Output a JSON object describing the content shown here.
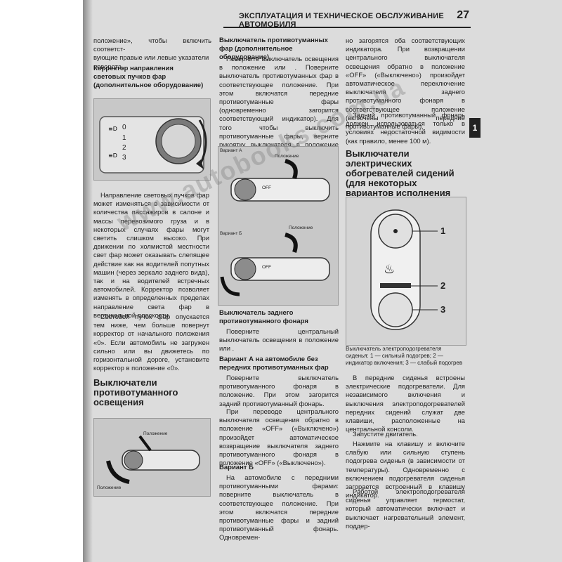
{
  "header": {
    "title": "ЭКСПЛУАТАЦИЯ И ТЕХНИЧЕСКОЕ ОБСЛУЖИВАНИЕ АВТОМОБИЛЯ",
    "page_number": "27",
    "section_tab": "1"
  },
  "col1": {
    "intro": [
      "положение», чтобы включить соответст-",
      "вующие правые или левые указатели",
      "поворота."
    ],
    "heading_corrector": "Корректор направления световых пучков фар (дополнительное оборудование)",
    "figure_dial": {
      "labels": [
        "0",
        "1",
        "2",
        "3"
      ]
    },
    "paragraph_corrector": "Направление световых пучков фар может изменяться в зависимости от количества пассажиров в салоне и массы перевозимого груза и в некоторых случаях фары могут светить слишком высоко. При движении по холмистой местности свет фар может оказывать слепящее действие как на водителей попутных машин (через зеркало заднего вида), так и на водителей встречных автомобилей. Корректор позволяет изменять в определенных пределах направление света фар в вертикальной плоскости.",
    "paragraph_low_beam": "Световой пучок фар опускается тем ниже, чем больше повернут корректор от начального положения «0». Если автомобиль не загружен сильно или вы движетесь по горизонтальной дороге, установите корректор в положение «0».",
    "heading_fog": "Выключатели противотуманного освещения",
    "figure_stalk": {
      "label_position": "Положение",
      "label_position2": "Положение"
    }
  },
  "col2": {
    "heading_front_fog": "Выключатель противотуманных фар (дополнительное оборудование)",
    "paragraph_front_fog": "Поверните выключатель освещения в положение или . Поверните выключатель противотуманных фар в соответствующее положение. При этом включатся передние противотуманные фары (одновременно загорится соответствующий индикатор). Для того чтобы выключить противотуманные фары, верните рукоятку выключателя в положение «OFF» («Выкл»).",
    "figure_variants": {
      "variant_a": "Вариант А",
      "variant_b": "Вариант Б",
      "position_label": "Положение",
      "off_label": "OFF"
    },
    "heading_rear_fog": "Выключатель заднего противотуманного фонаря",
    "paragraph_rear_fog": "Поверните центральный выключатель освещения в положение или .",
    "heading_variant_a": "Вариант А на автомобиле без передних противотуманных фар",
    "paragraph_variant_a1": "Поверните выключатель противотуманного фонаря в положение. При этом загорится задний противотуманный фонарь.",
    "paragraph_variant_a2": "При переводе центрального выключателя освещения обратно в положение «OFF» («Выключено») произойдет автоматическое возвращение выключателя заднего противотуманного фонаря в положение «OFF» («Выключено»).",
    "heading_variant_b": "Вариант Б",
    "paragraph_variant_b": "На автомобиле с передними противотуманными фарами: поверните выключатель в соответствующее положение. При этом включатся передние противотуманные фары и задний противотуманный фонарь. Одновремен-"
  },
  "col3": {
    "paragraph_cont": "но загорятся оба соответствующих индикатора. При возвращении центрального выключателя освещения обратно в положение «OFF» («Выключено») произойдет автоматическое переключение выключателя заднего противотуманного фонаря в соответствующее положение (включены передние противотуманные фары).",
    "paragraph_rear_use": "Задний противотуманный фонарь должен использоваться только в условиях недостаточной видимости (как правило, менее 100 м).",
    "heading_seat": "Выключатели электрических обогревателей сидений (для некоторых вариантов исполнения автомобиля)",
    "figure_seat": {
      "callouts": [
        "1",
        "2",
        "3"
      ]
    },
    "caption_seat": "Выключатель электроподогревателя сиденья: 1 — сильный подогрев; 2 — индикатор включения; 3 — слабый подогрев",
    "paragraph_seat1": "В передние сиденья встроены электрические подогреватели. Для независимого включения и выключения электроподогревателей передних сидений служат две клавиши, расположенные на центральной консоли.",
    "paragraph_seat2": "Запустите двигатель.",
    "paragraph_seat3": "Нажмите на клавишу и включите слабую или сильную ступень подогрева сиденья (в зависимости от температуры). Одновременно с включением подогревателя сиденья загорается встроенный в клавишу индикатор.",
    "paragraph_seat4": "Работой электроподогревателя сиденья управляет термостат, который автоматически включает и выключает нагревательный элемент, поддер-"
  },
  "watermark": "www.autobooks.com.ua"
}
